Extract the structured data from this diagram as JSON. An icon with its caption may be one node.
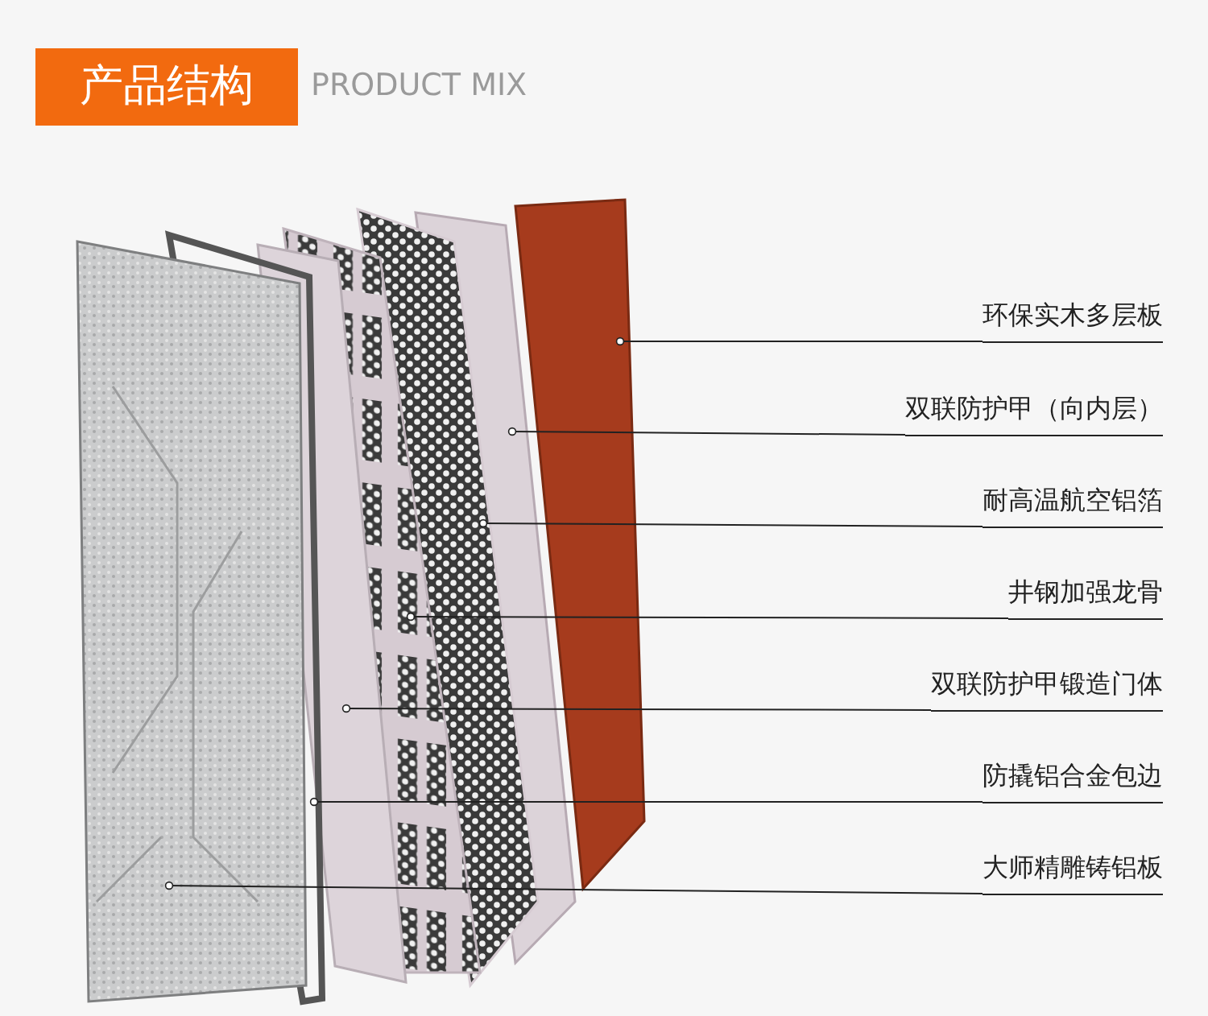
{
  "diagram": {
    "title": "产品结构",
    "nodes": [
      {
        "text": [],
        "shape": "picture"
      },
      {
        "text": [],
        "shape": "picture"
      },
      {
        "text": [],
        "shape": "picture"
      },
      {
        "text": [],
        "shape": "picture"
      },
      {
        "text": [],
        "shape": "picture"
      },
      {
        "text": [],
        "shape": "picture"
      },
      {
        "text": [],
        "shape": "picture"
      },
      {
        "text": [
          "环保实木多层板"
        ]
      },
      {
        "text": [
          "双联防护甲（向内层）"
        ]
      },
      {
        "text": [
          "耐高温航空铝箔"
        ]
      },
      {
        "text": [
          "井钢加强龙骨"
        ]
      },
      {
        "text": [
          "双联防护甲锻造门体"
        ]
      },
      {
        "text": [
          "防撬铝合金包边"
        ]
      },
      {
        "text": [
          "大师精雕铸铝板"
        ]
      }
    ],
    "edges": [
      {
        "from": 7,
        "to": 6,
        "arrow": "other"
      },
      {
        "from": 8,
        "to": 5,
        "arrow": "other"
      },
      {
        "from": 9,
        "to": 4,
        "arrow": "other"
      },
      {
        "from": 10,
        "to": 3,
        "arrow": "other"
      },
      {
        "from": 11,
        "to": 2,
        "arrow": "other"
      },
      {
        "from": 12,
        "to": 1,
        "arrow": "other"
      },
      {
        "from": 13,
        "to": 0,
        "arrow": "other"
      }
    ],
    "labels": [
      "PRODUCT MIX"
    ]
  }
}
